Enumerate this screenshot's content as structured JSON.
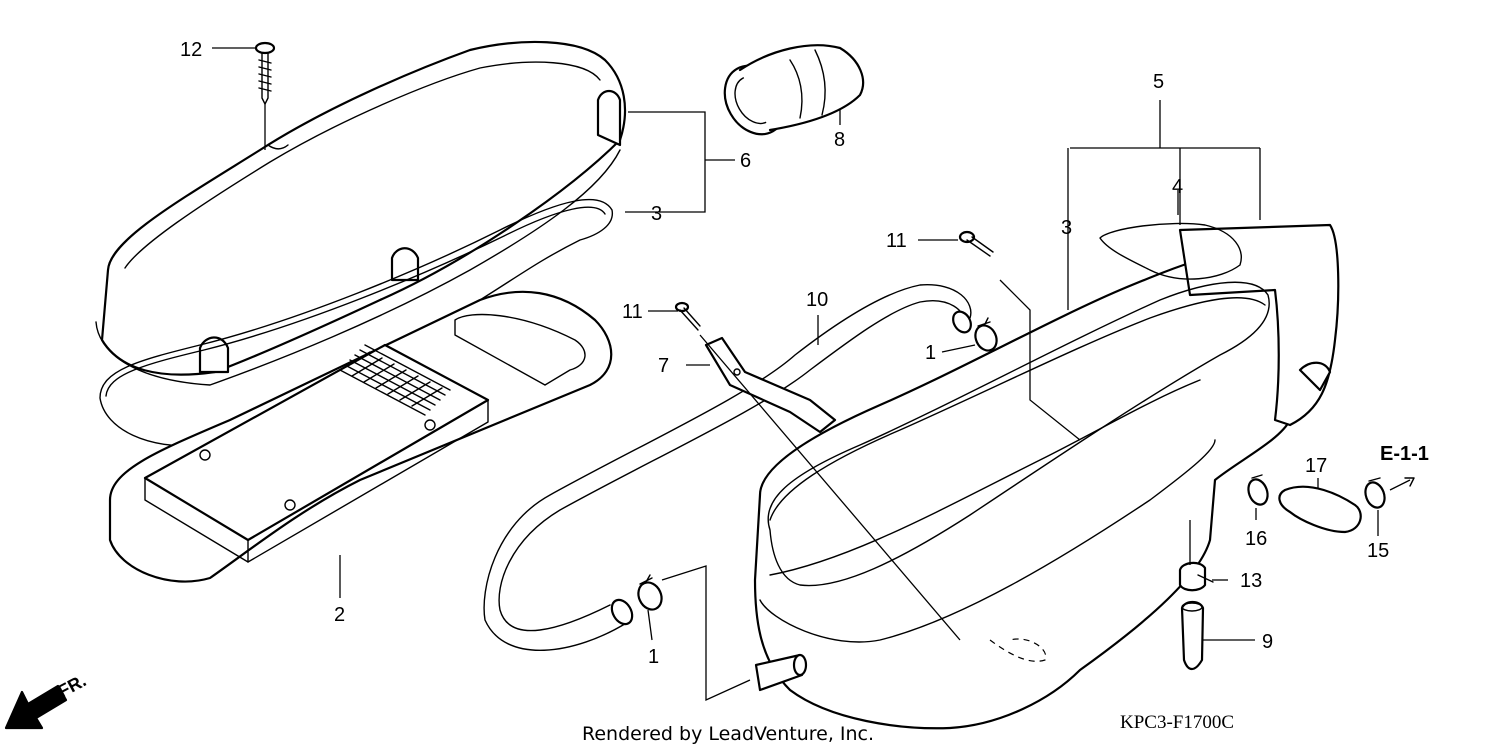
{
  "callouts": [
    {
      "id": "c12",
      "text": "12"
    },
    {
      "id": "c8",
      "text": "8"
    },
    {
      "id": "c6",
      "text": "6"
    },
    {
      "id": "c3a",
      "text": "3"
    },
    {
      "id": "c5",
      "text": "5"
    },
    {
      "id": "c4",
      "text": "4"
    },
    {
      "id": "c3b",
      "text": "3"
    },
    {
      "id": "c11a",
      "text": "11"
    },
    {
      "id": "c11b",
      "text": "11"
    },
    {
      "id": "c10",
      "text": "10"
    },
    {
      "id": "c7",
      "text": "7"
    },
    {
      "id": "c1a",
      "text": "1"
    },
    {
      "id": "c1b",
      "text": "1"
    },
    {
      "id": "c2",
      "text": "2"
    },
    {
      "id": "c17",
      "text": "17"
    },
    {
      "id": "c16",
      "text": "16"
    },
    {
      "id": "c15",
      "text": "15"
    },
    {
      "id": "c13",
      "text": "13"
    },
    {
      "id": "c9",
      "text": "9"
    }
  ],
  "reference": "E-1-1",
  "direction_label": "FR.",
  "diagram_code": "KPC3-F1700C",
  "credit": "Rendered by LeadVenture, Inc."
}
